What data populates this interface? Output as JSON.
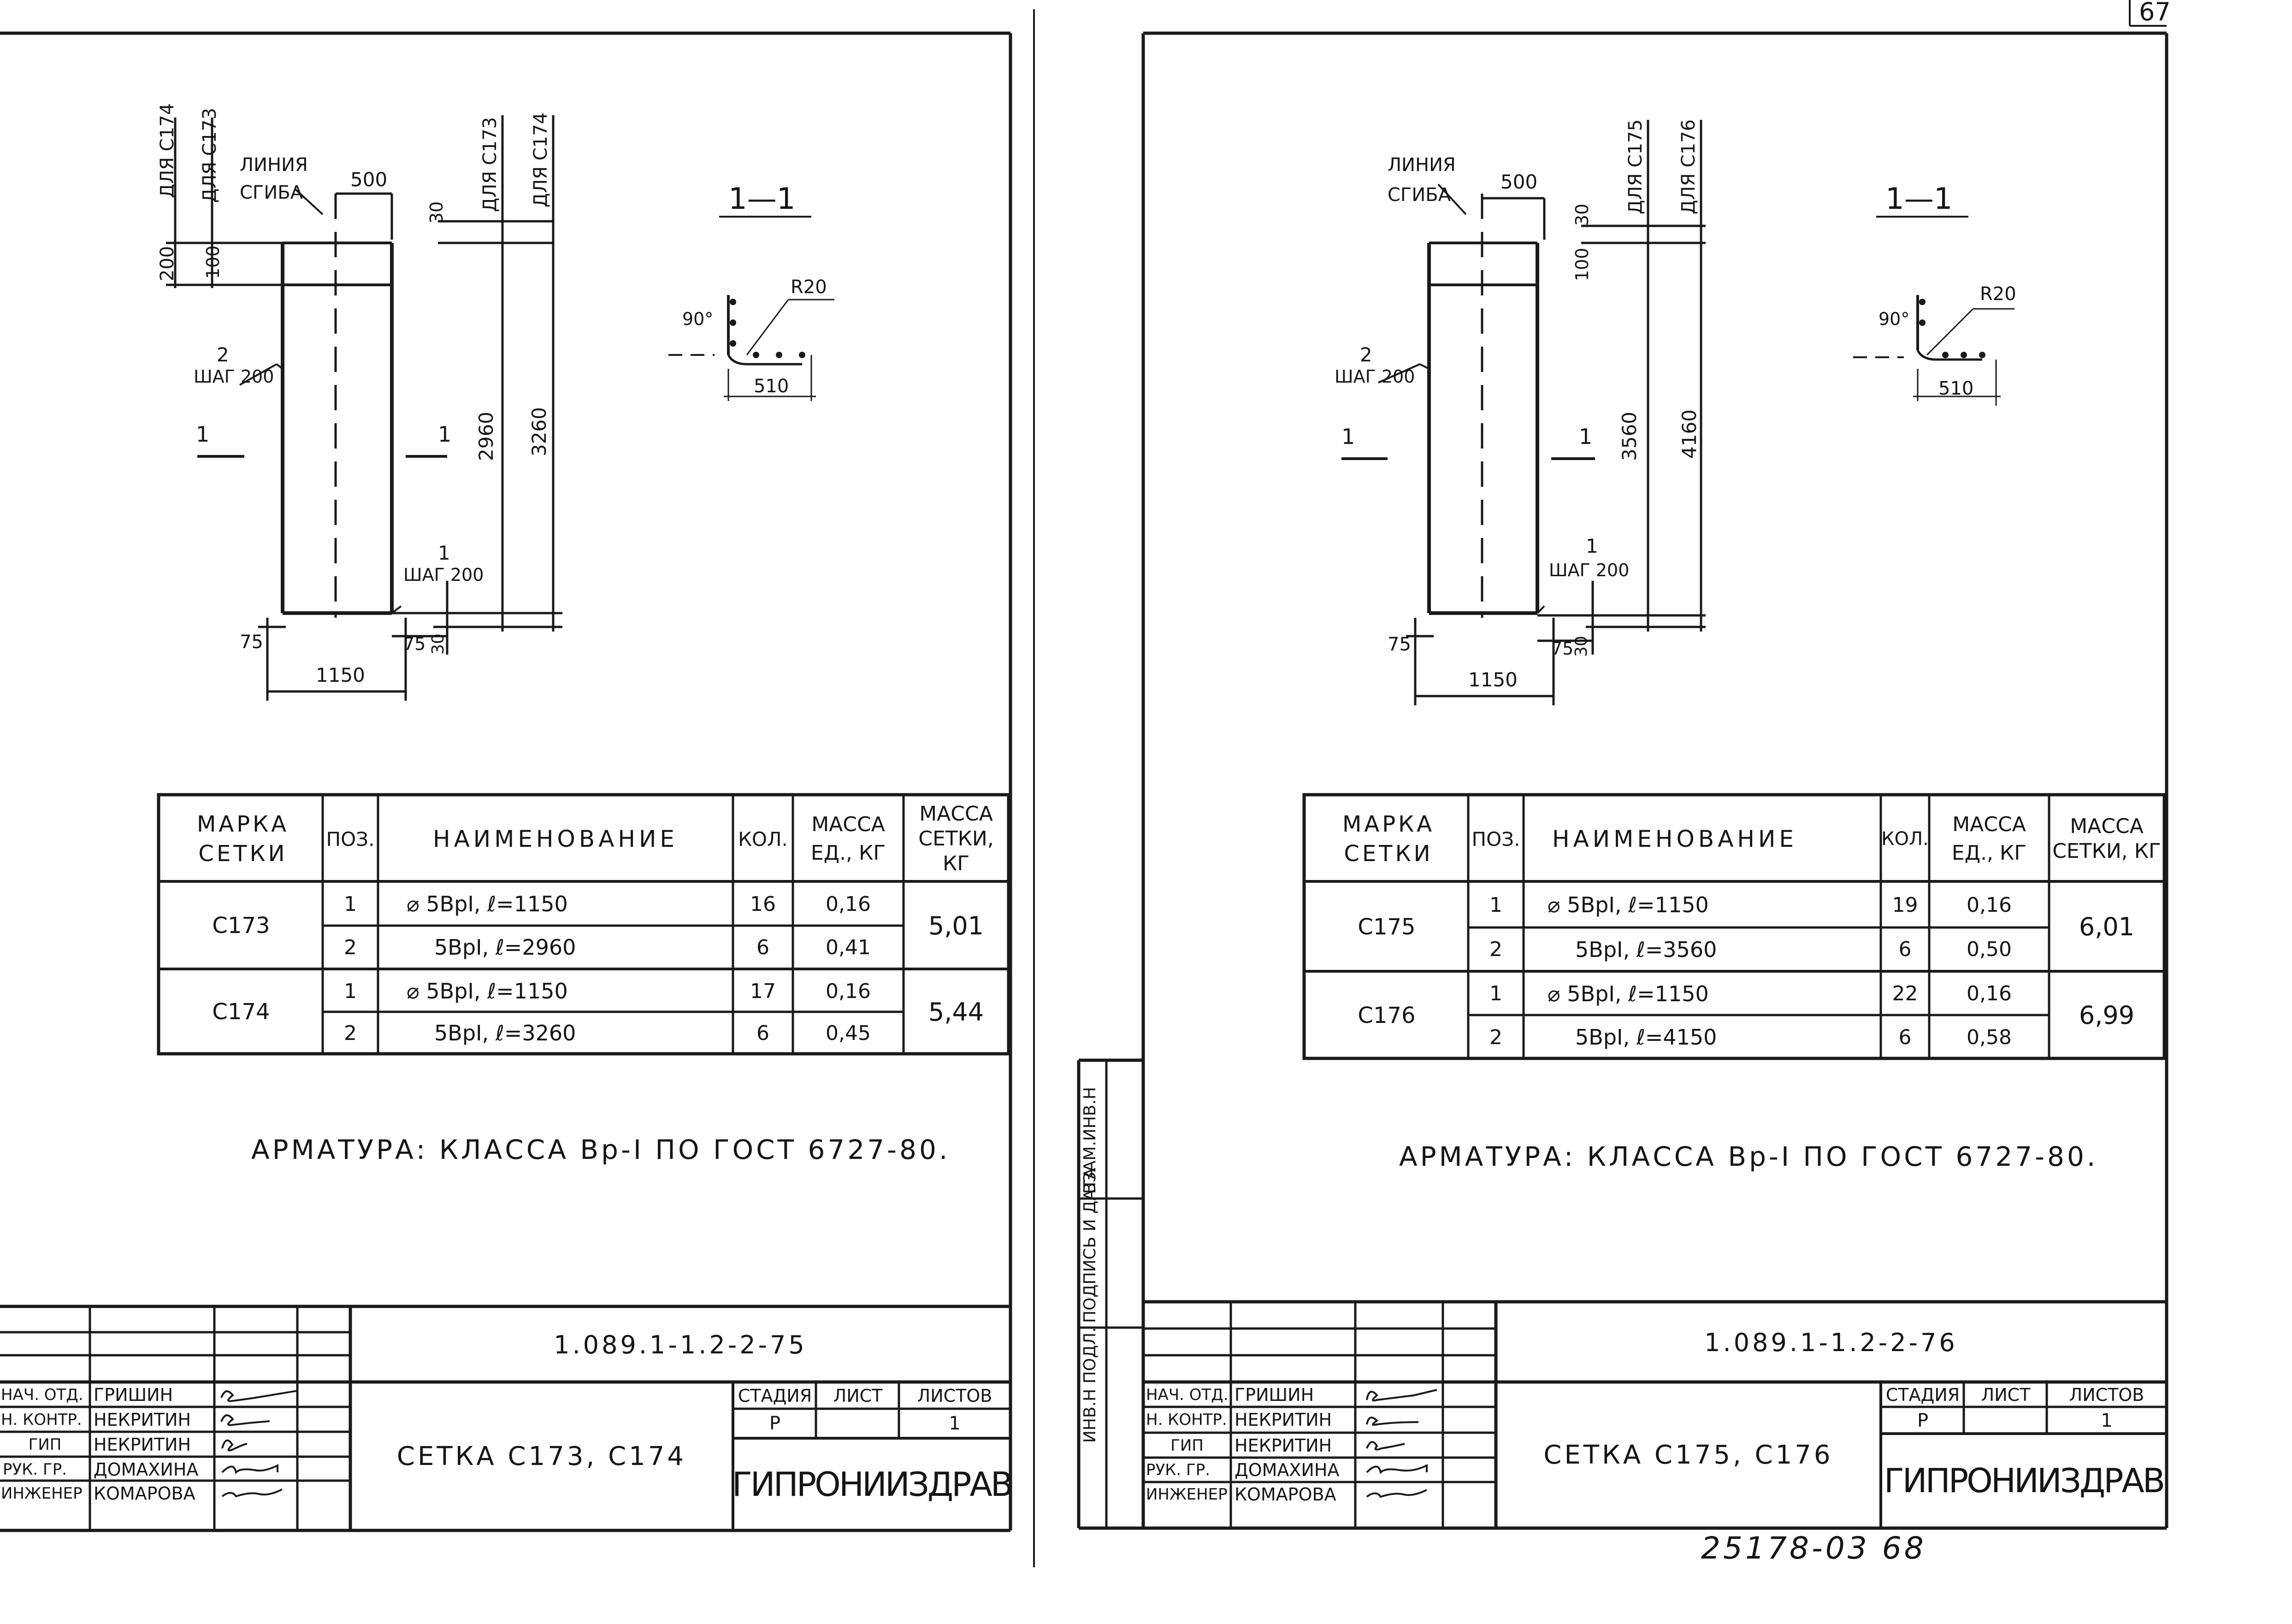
{
  "page_number": "67",
  "bottom_stamp": "25178-03  68",
  "left_strip": {
    "row1": "ИНВ.Н ПОДЛ.",
    "row2": "ПОДПИСЬ И ДАТА",
    "row3": "ВЗАМ.ИНВ.Н"
  },
  "sheets": [
    {
      "drawing": {
        "section": "1—1",
        "bend_line": [
          "ЛИНИЯ",
          "СГИБА"
        ],
        "dim_500": "500",
        "dim_200": "200",
        "dim_100": "100",
        "dim_30": "30",
        "top_labels": [
          "ДЛЯ С174",
          "ДЛЯ С173",
          "ДЛЯ С173",
          "ДЛЯ С174"
        ],
        "pos2_label": [
          "2",
          "ШАГ 200"
        ],
        "pos1_label": [
          "1",
          "ШАГ 200"
        ],
        "cut_mark": "1",
        "dim_height_a": "2960",
        "dim_height_b": "3260",
        "dim_75_left": "75",
        "dim_75_right": "75",
        "dim_30_bottom": "30",
        "dim_width": "1150",
        "angle": "90°",
        "radius": "R20",
        "dim_510": "510"
      },
      "table": {
        "headers": [
          "МАРКА СЕТКИ",
          "ПОЗ.",
          "НАИМЕНОВАНИЕ",
          "КОЛ.",
          "МАССА ЕД., КГ",
          "МАССА СЕТКИ, КГ"
        ],
        "groups": [
          {
            "mark": "С173",
            "total": "5,01",
            "rows": [
              {
                "pos": "1",
                "name": "⌀ 5ВрI,   ℓ=1150",
                "qty": "16",
                "mass": "0,16"
              },
              {
                "pos": "2",
                "name": "5ВрI,   ℓ=2960",
                "qty": "6",
                "mass": "0,41"
              }
            ]
          },
          {
            "mark": "С174",
            "total": "5,44",
            "rows": [
              {
                "pos": "1",
                "name": "⌀ 5ВрI,   ℓ=1150",
                "qty": "17",
                "mass": "0,16"
              },
              {
                "pos": "2",
                "name": "5ВрI,   ℓ=3260",
                "qty": "6",
                "mass": "0,45"
              }
            ]
          }
        ]
      },
      "note": "АРМАТУРА: КЛАССА Вр-I ПО ГОСТ 6727-80.",
      "title_block": {
        "code": "1.089.1-1.2-2-75",
        "name": "СЕТКА  С173,  С174",
        "stage_label": "СТАДИЯ",
        "sheet_label": "ЛИСТ",
        "sheets_label": "ЛИСТОВ",
        "stage": "Р",
        "sheets": "1",
        "org": "ГИПРОНИИЗДРАВ",
        "roles": [
          "НАЧ. ОТД.",
          "Н. КОНТР.",
          "ГИП",
          "РУК. ГР.",
          "ИНЖЕНЕР"
        ],
        "names": [
          "ГРИШИН",
          "НЕКРИТИН",
          "НЕКРИТИН",
          "ДОМАХИНА",
          "КОМАРОВА"
        ]
      }
    },
    {
      "drawing": {
        "section": "1—1",
        "bend_line": [
          "ЛИНИЯ",
          "СГИБА"
        ],
        "dim_500": "500",
        "dim_100": "100",
        "dim_30": "30",
        "top_labels": [
          "ДЛЯ С175",
          "ДЛЯ С176"
        ],
        "pos2_label": [
          "2",
          "ШАГ 200"
        ],
        "pos1_label": [
          "1",
          "ШАГ 200"
        ],
        "cut_mark": "1",
        "dim_height_a": "3560",
        "dim_height_b": "4160",
        "dim_75_left": "75",
        "dim_75_right": "75",
        "dim_30_bottom": "30",
        "dim_width": "1150",
        "angle": "90°",
        "radius": "R20",
        "dim_510": "510"
      },
      "table": {
        "headers": [
          "МАРКА СЕТКИ",
          "ПОЗ.",
          "НАИМЕНОВАНИЕ",
          "КОЛ.",
          "МАССА ЕД., КГ",
          "МАССА СЕТКИ, КГ"
        ],
        "groups": [
          {
            "mark": "С175",
            "total": "6,01",
            "rows": [
              {
                "pos": "1",
                "name": "⌀ 5ВрI,   ℓ=1150",
                "qty": "19",
                "mass": "0,16"
              },
              {
                "pos": "2",
                "name": "5ВрI,   ℓ=3560",
                "qty": "6",
                "mass": "0,50"
              }
            ]
          },
          {
            "mark": "С176",
            "total": "6,99",
            "rows": [
              {
                "pos": "1",
                "name": "⌀ 5ВрI,   ℓ=1150",
                "qty": "22",
                "mass": "0,16"
              },
              {
                "pos": "2",
                "name": "5ВрI,   ℓ=4150",
                "qty": "6",
                "mass": "0,58"
              }
            ]
          }
        ]
      },
      "note": "АРМАТУРА: КЛАССА Вр-I ПО ГОСТ 6727-80.",
      "title_block": {
        "code": "1.089.1-1.2-2-76",
        "name": "СЕТКА   С175,  С176",
        "stage_label": "СТАДИЯ",
        "sheet_label": "ЛИСТ",
        "sheets_label": "ЛИСТОВ",
        "stage": "Р",
        "sheets": "1",
        "org": "ГИПРОНИИЗДРАВ",
        "roles": [
          "НАЧ. ОТД.",
          "Н. КОНТР.",
          "ГИП",
          "РУК. ГР.",
          "ИНЖЕНЕР"
        ],
        "names": [
          "ГРИШИН",
          "НЕКРИТИН",
          "НЕКРИТИН",
          "ДОМАХИНА",
          "КОМАРОВА"
        ]
      }
    }
  ]
}
